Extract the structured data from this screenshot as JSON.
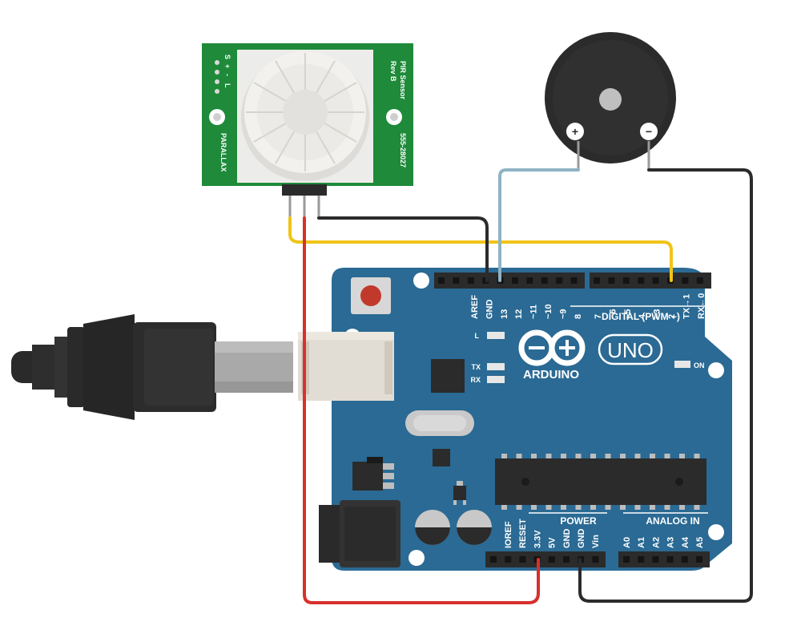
{
  "pir_sensor": {
    "title": "PIR Sensor",
    "rev": "Rev B",
    "brand": "PARALLAX",
    "part": "555-28027",
    "pin_labels": [
      "S",
      "+",
      "-",
      "L"
    ]
  },
  "buzzer": {
    "plus": "+",
    "minus": "−"
  },
  "arduino": {
    "logo_text": "ARDUINO",
    "uno": "UNO",
    "digital_label": "DIGITAL (PWM ~)",
    "on_label": "ON",
    "l_label": "L",
    "tx_label": "TX",
    "rx_label": "RX",
    "top_header_labels_left": [
      "AREF",
      "GND",
      "13",
      "12",
      "~11",
      "~10",
      "~9",
      "8"
    ],
    "top_header_labels_right": [
      "7",
      "~6",
      "~5",
      "4",
      "~3",
      "2",
      "TX→1",
      "RX←0"
    ],
    "power_label": "POWER",
    "power_pins": [
      "IOREF",
      "RESET",
      "3.3V",
      "5V",
      "GND",
      "GND",
      "Vin"
    ],
    "analog_label": "ANALOG IN",
    "analog_pins": [
      "A0",
      "A1",
      "A2",
      "A3",
      "A4",
      "A5"
    ]
  },
  "colors": {
    "board": "#2a6a94",
    "board_edge": "#1f5a80",
    "pir_pcb": "#1e8a3a",
    "wire_red": "#d8302c",
    "wire_yellow": "#f0c419",
    "wire_black": "#2b2b2b",
    "wire_blue": "#8fb3c3"
  }
}
